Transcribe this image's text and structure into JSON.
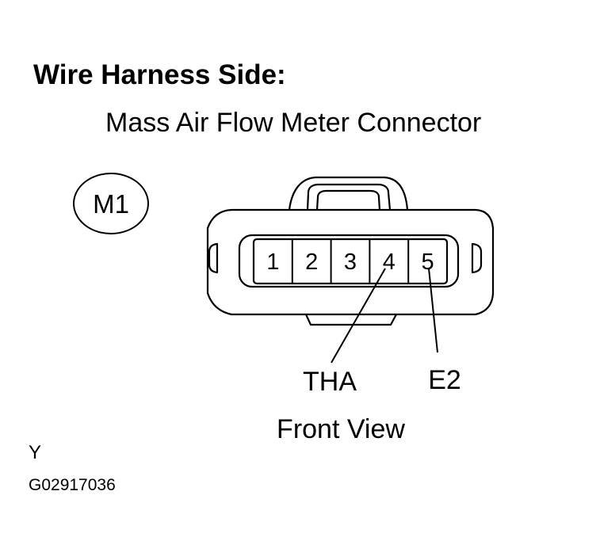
{
  "title": "Wire Harness Side:",
  "subtitle": "Mass Air Flow Meter Connector",
  "connector_id": "M1",
  "pins": [
    "1",
    "2",
    "3",
    "4",
    "5"
  ],
  "labels": {
    "tha": "THA",
    "e2": "E2"
  },
  "view_label": "Front View",
  "footer_letter": "Y",
  "figure_code": "G02917036"
}
